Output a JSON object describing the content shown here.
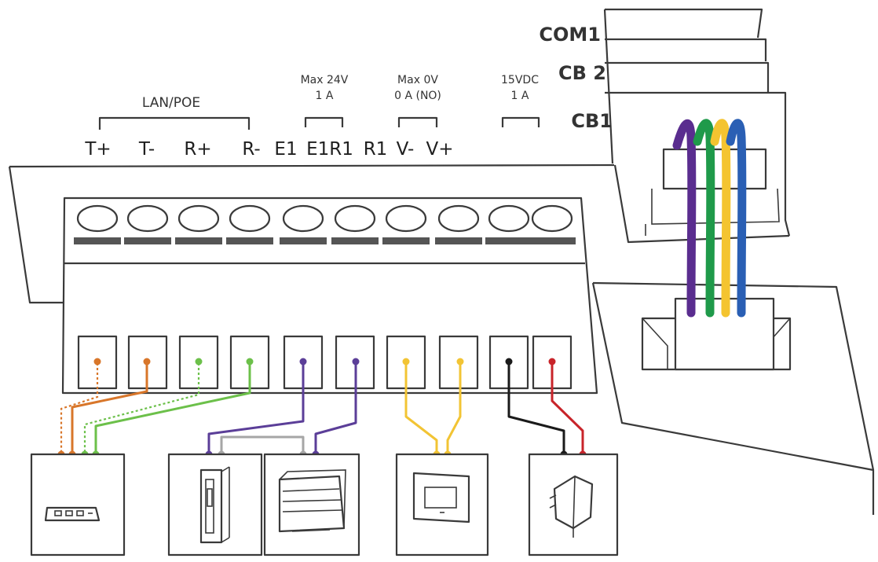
{
  "colors": {
    "orange": "#d8762a",
    "green": "#6cc04a",
    "purple": "#5b3e98",
    "yellow": "#f2c434",
    "black": "#1a1a1a",
    "red": "#c8242a",
    "gray": "#a6a6a6",
    "cable_purple": "#5a2d8f",
    "cable_green": "#1f9a4a",
    "cable_yellow": "#f4c430",
    "cable_blue": "#2a5fb4"
  },
  "labels": {
    "lan_poe": "LAN/POE",
    "relay_max_v": "Max 24V",
    "relay_max_a": "1 A",
    "out_max_v": "Max 0V",
    "out_max_a": "0 A (NO)",
    "psu_v": "15VDC",
    "psu_a": "1 A"
  },
  "pins": {
    "t_plus": "T+",
    "t_minus": "T-",
    "r_plus": "R+",
    "r_minus": "R-",
    "e1": "E1",
    "e1r1": "E1R1",
    "r1": "R1",
    "v_minus": "V-",
    "v_plus": "V+"
  },
  "ports": {
    "com1": "COM1",
    "cb2": "CB 2",
    "cb1": "CB1"
  },
  "devices": [
    {
      "name": "poe-switch",
      "icon": "network-switch-icon"
    },
    {
      "name": "door-strike",
      "icon": "electric-strike-icon"
    },
    {
      "name": "din-power-supply",
      "icon": "din-rail-psu-icon"
    },
    {
      "name": "exit-button",
      "icon": "push-button-icon"
    },
    {
      "name": "power-adapter",
      "icon": "wall-adapter-icon"
    }
  ]
}
